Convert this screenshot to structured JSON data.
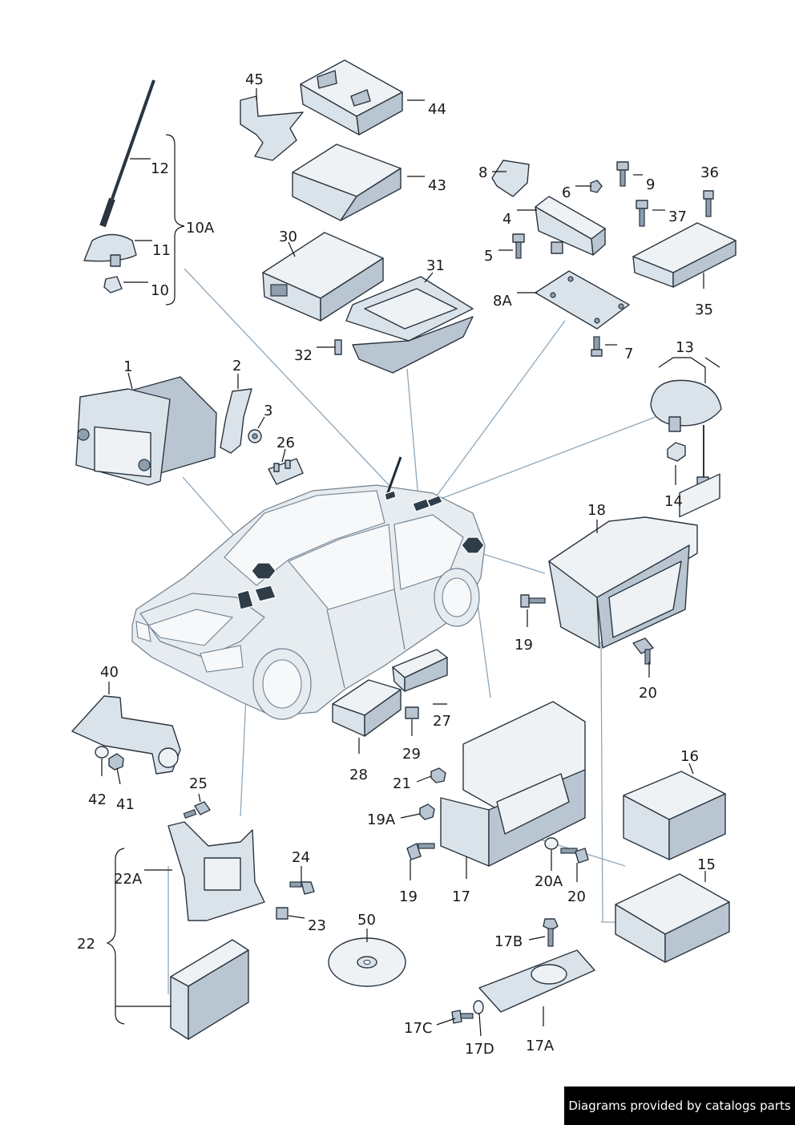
{
  "labels": {
    "p1": "1",
    "p2": "2",
    "p3": "3",
    "p4": "4",
    "p5": "5",
    "p6": "6",
    "p7": "7",
    "p8": "8",
    "p8A": "8A",
    "p9": "9",
    "p10": "10",
    "p10A": "10A",
    "p11": "11",
    "p12": "12",
    "p13": "13",
    "p14": "14",
    "p15": "15",
    "p16": "16",
    "p17": "17",
    "p17A": "17A",
    "p17B": "17B",
    "p17C": "17C",
    "p17D": "17D",
    "p18": "18",
    "p19_a": "19",
    "p19_b": "19",
    "p19A": "19A",
    "p20_a": "20",
    "p20_b": "20",
    "p20A": "20A",
    "p21": "21",
    "p22": "22",
    "p22A": "22A",
    "p23": "23",
    "p24": "24",
    "p25": "25",
    "p26": "26",
    "p27": "27",
    "p28": "28",
    "p29": "29",
    "p30": "30",
    "p31": "31",
    "p32": "32",
    "p35": "35",
    "p36": "36",
    "p37": "37",
    "p40": "40",
    "p41": "41",
    "p42": "42",
    "p43": "43",
    "p44": "44",
    "p45": "45",
    "p50": "50"
  },
  "footer": {
    "text": "Diagrams provided by catalogs parts"
  },
  "colors": {
    "part_fill": "#dbe3ea",
    "outline": "#2a3540",
    "guide": "#8fa6b8",
    "badge": "#000000"
  }
}
